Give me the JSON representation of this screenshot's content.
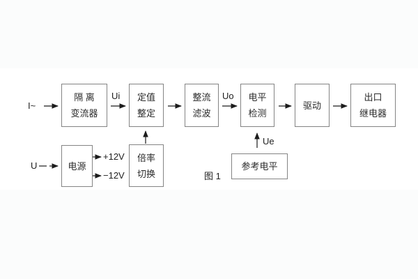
{
  "figure": {
    "caption": "图 1"
  },
  "blocks": {
    "isolation": {
      "line1": "隔 离",
      "line2": "变流器"
    },
    "setpoint": {
      "line1": "定值",
      "line2": "整定"
    },
    "rectifier": {
      "line1": "整流",
      "line2": "滤波"
    },
    "level": {
      "line1": "电平",
      "line2": "检测"
    },
    "drive": {
      "line1": "驱动",
      "line2": ""
    },
    "output": {
      "line1": "出口",
      "line2": "继电器"
    },
    "power": {
      "line1": "电源",
      "line2": ""
    },
    "ratio": {
      "line1": "倍率",
      "line2": "切换"
    },
    "reference": {
      "line1": "参考电平",
      "line2": ""
    }
  },
  "labels": {
    "input_current": "I~",
    "input_voltage": "U",
    "signal_ui": "Ui",
    "signal_uo": "Uo",
    "signal_ue": "Ue",
    "rail_positive": "+12V",
    "rail_negative": "−12V"
  },
  "colors": {
    "background": "#fbfcfc",
    "diagram_band": "#ffffff",
    "box_border": "#848484",
    "text": "#2b2b2b",
    "arrow": "#1c1c1c"
  }
}
